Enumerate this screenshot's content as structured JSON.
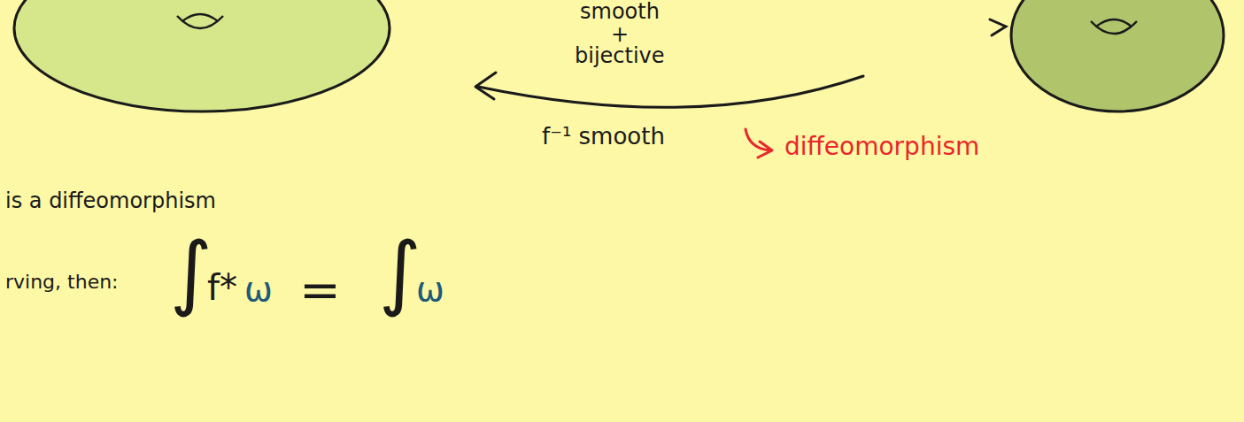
{
  "diagram": {
    "labels": [
      "smooth",
      "+",
      "bijective",
      "f⁻¹ smooth",
      "diffeomorphism",
      "is a diffeomorphism",
      "rving, then:",
      "∫",
      "f*",
      "ω",
      "=",
      "∫",
      "ω"
    ]
  }
}
